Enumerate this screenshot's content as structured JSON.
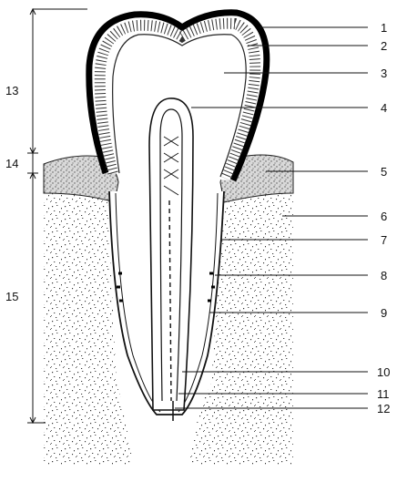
{
  "figure": {
    "callouts": [
      "1",
      "2",
      "3",
      "4",
      "5",
      "6",
      "7",
      "8",
      "9",
      "10",
      "11",
      "12"
    ],
    "dimension_labels": [
      "13",
      "14",
      "15"
    ]
  }
}
